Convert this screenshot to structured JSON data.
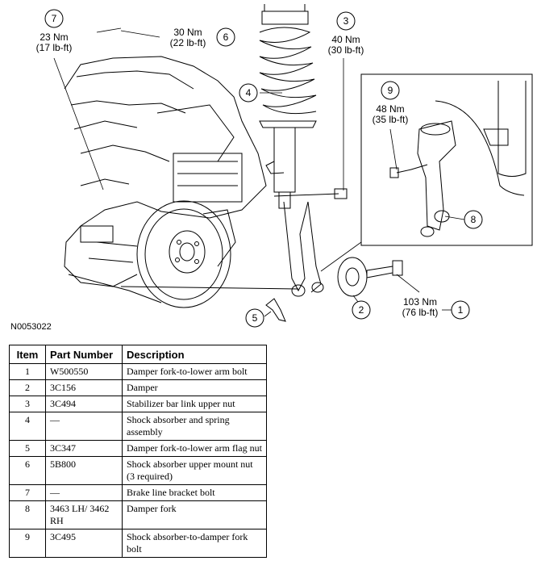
{
  "figure_id": "N0053022",
  "callouts": [
    {
      "num": "7",
      "lines": [
        "23 Nm",
        "(17 lb-ft)"
      ]
    },
    {
      "num": "6",
      "lines": [
        "30 Nm",
        "(22 lb-ft)"
      ]
    },
    {
      "num": "3",
      "lines": [
        "40 Nm",
        "(30 lb-ft)"
      ]
    },
    {
      "num": "4",
      "lines": []
    },
    {
      "num": "9",
      "lines": [
        "48 Nm",
        "(35 lb-ft)"
      ]
    },
    {
      "num": "8",
      "lines": []
    },
    {
      "num": "5",
      "lines": []
    },
    {
      "num": "2",
      "lines": []
    },
    {
      "num": "1",
      "lines": [
        "103 Nm",
        "(76 lb-ft)"
      ]
    }
  ],
  "table": {
    "headers": [
      "Item",
      "Part Number",
      "Description"
    ],
    "rows": [
      {
        "item": "1",
        "part": "W500550",
        "desc": "Damper fork-to-lower arm bolt"
      },
      {
        "item": "2",
        "part": "3C156",
        "desc": "Damper"
      },
      {
        "item": "3",
        "part": "3C494",
        "desc": "Stabilizer bar link upper nut"
      },
      {
        "item": "4",
        "part": "—",
        "desc": "Shock absorber and spring assembly"
      },
      {
        "item": "5",
        "part": "3C347",
        "desc": "Damper fork-to-lower arm flag nut"
      },
      {
        "item": "6",
        "part": "5B800",
        "desc": "Shock absorber upper mount nut (3 required)"
      },
      {
        "item": "7",
        "part": "—",
        "desc": "Brake line bracket bolt"
      },
      {
        "item": "8",
        "part": "3463 LH/ 3462 RH",
        "desc": "Damper fork"
      },
      {
        "item": "9",
        "part": "3C495",
        "desc": "Shock absorber-to-damper fork bolt"
      }
    ]
  }
}
